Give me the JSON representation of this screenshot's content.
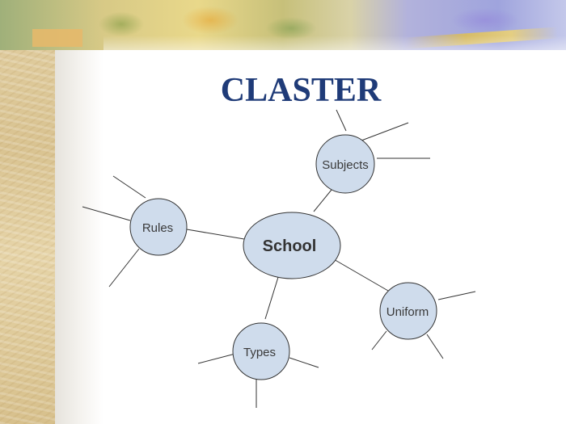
{
  "slide": {
    "title": "CLASTER"
  },
  "diagram": {
    "center": {
      "label": "School"
    },
    "nodes": [
      {
        "id": "subjects",
        "label": "Subjects"
      },
      {
        "id": "rules",
        "label": "Rules"
      },
      {
        "id": "uniform",
        "label": "Uniform"
      },
      {
        "id": "types",
        "label": "Types"
      }
    ]
  },
  "colors": {
    "title": "#1f3b78",
    "node_fill": "#cfdcec",
    "node_stroke": "#333333",
    "line": "#333333"
  }
}
